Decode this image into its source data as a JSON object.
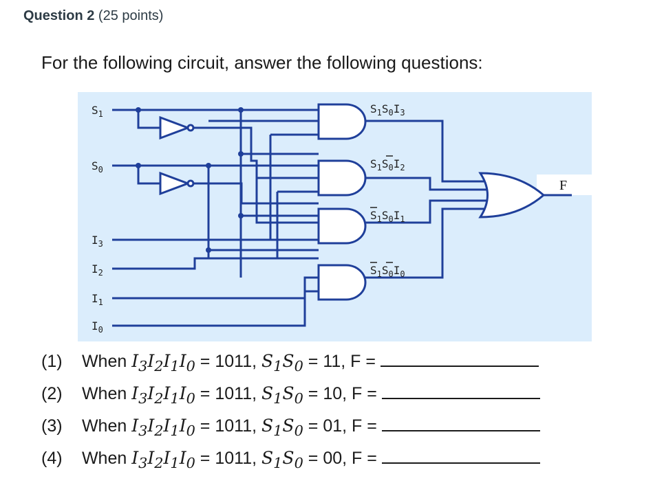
{
  "question": {
    "title": "Question 2",
    "points": "(25 points)"
  },
  "prompt": "For the following circuit, answer the following questions:",
  "circuit": {
    "inputs": {
      "s1": {
        "base": "S",
        "sub": "1"
      },
      "s0": {
        "base": "S",
        "sub": "0"
      },
      "i3": {
        "base": "I",
        "sub": "3"
      },
      "i2": {
        "base": "I",
        "sub": "2"
      },
      "i1": {
        "base": "I",
        "sub": "1"
      },
      "i0": {
        "base": "I",
        "sub": "0"
      }
    },
    "gate_labels": [
      {
        "p1": "S",
        "s1": "1",
        "p2": "S",
        "s2": "0",
        "p3": "I",
        "s3": "3"
      },
      {
        "p1": "S",
        "s1": "1",
        "p2": "S",
        "s2": "0",
        "p3": "I",
        "s3": "2"
      },
      {
        "p1": "S",
        "s1": "1",
        "p2": "S",
        "s2": "0",
        "p3": "I",
        "s3": "1"
      },
      {
        "p1": "S",
        "s1": "1",
        "p2": "S",
        "s2": "0",
        "p3": "I",
        "s3": "0"
      }
    ],
    "output": "F"
  },
  "items": [
    {
      "num": "(1)",
      "when": "When",
      "eq1": "= 1011,",
      "eq2": "= 11, F ="
    },
    {
      "num": "(2)",
      "when": "When",
      "eq1": "= 1011,",
      "eq2": "= 10, F ="
    },
    {
      "num": "(3)",
      "when": "When",
      "eq1": "= 1011,",
      "eq2": "= 01, F ="
    },
    {
      "num": "(4)",
      "when": "When",
      "eq1": "= 1011,",
      "eq2": "= 00, F ="
    }
  ],
  "colors": {
    "wire": "#1f3f9a",
    "bg": "#dbedfc"
  }
}
